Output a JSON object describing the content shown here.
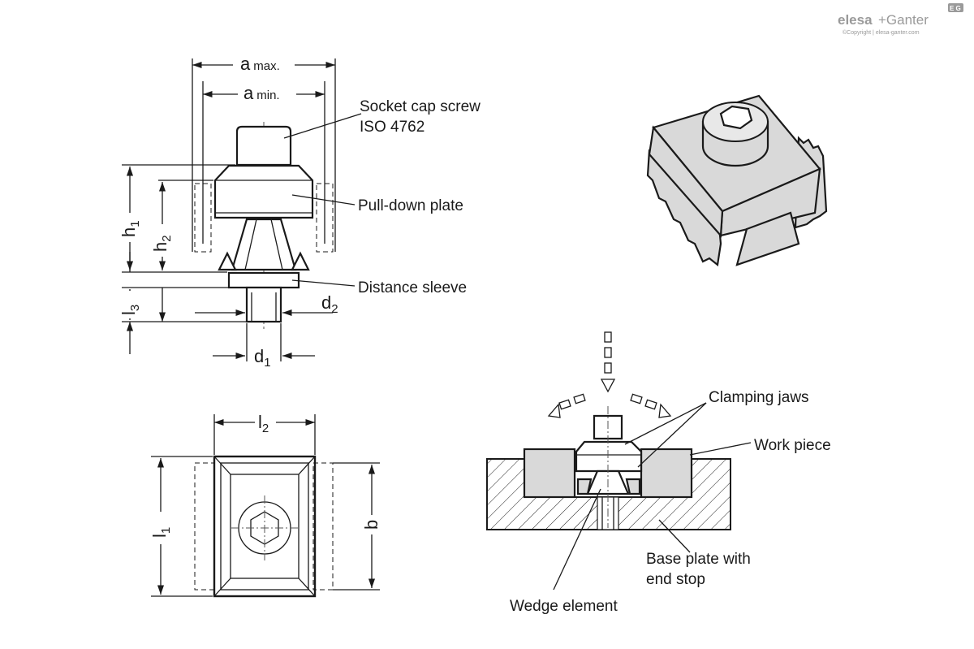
{
  "brand": {
    "name_part1": "elesa",
    "name_part2": "+Ganter",
    "badge": "E G",
    "copyright": "©Copyright | elesa-ganter.com"
  },
  "dimensions": {
    "a_max": "a",
    "a_max_sub": "max.",
    "a_min": "a",
    "a_min_sub": "min.",
    "h1": "h",
    "h1_sub": "1",
    "h2": "h",
    "h2_sub": "2",
    "l3": "l",
    "l3_sub": "3",
    "d1": "d",
    "d1_sub": "1",
    "d2": "d",
    "d2_sub": "2",
    "l2": "l",
    "l2_sub": "2",
    "l1": "l",
    "l1_sub": "1",
    "b": "b"
  },
  "labels": {
    "socket_cap_screw_line1": "Socket cap screw",
    "socket_cap_screw_line2": "ISO 4762",
    "pull_down_plate": "Pull-down plate",
    "distance_sleeve": "Distance sleeve",
    "clamping_jaws": "Clamping jaws",
    "work_piece": "Work piece",
    "base_plate_line1": "Base plate with",
    "base_plate_line2": "end stop",
    "wedge_element": "Wedge element"
  },
  "colors": {
    "line": "#1a1a1a",
    "part_fill": "#d9d9d9",
    "brand_gray": "#9a9a9a"
  }
}
